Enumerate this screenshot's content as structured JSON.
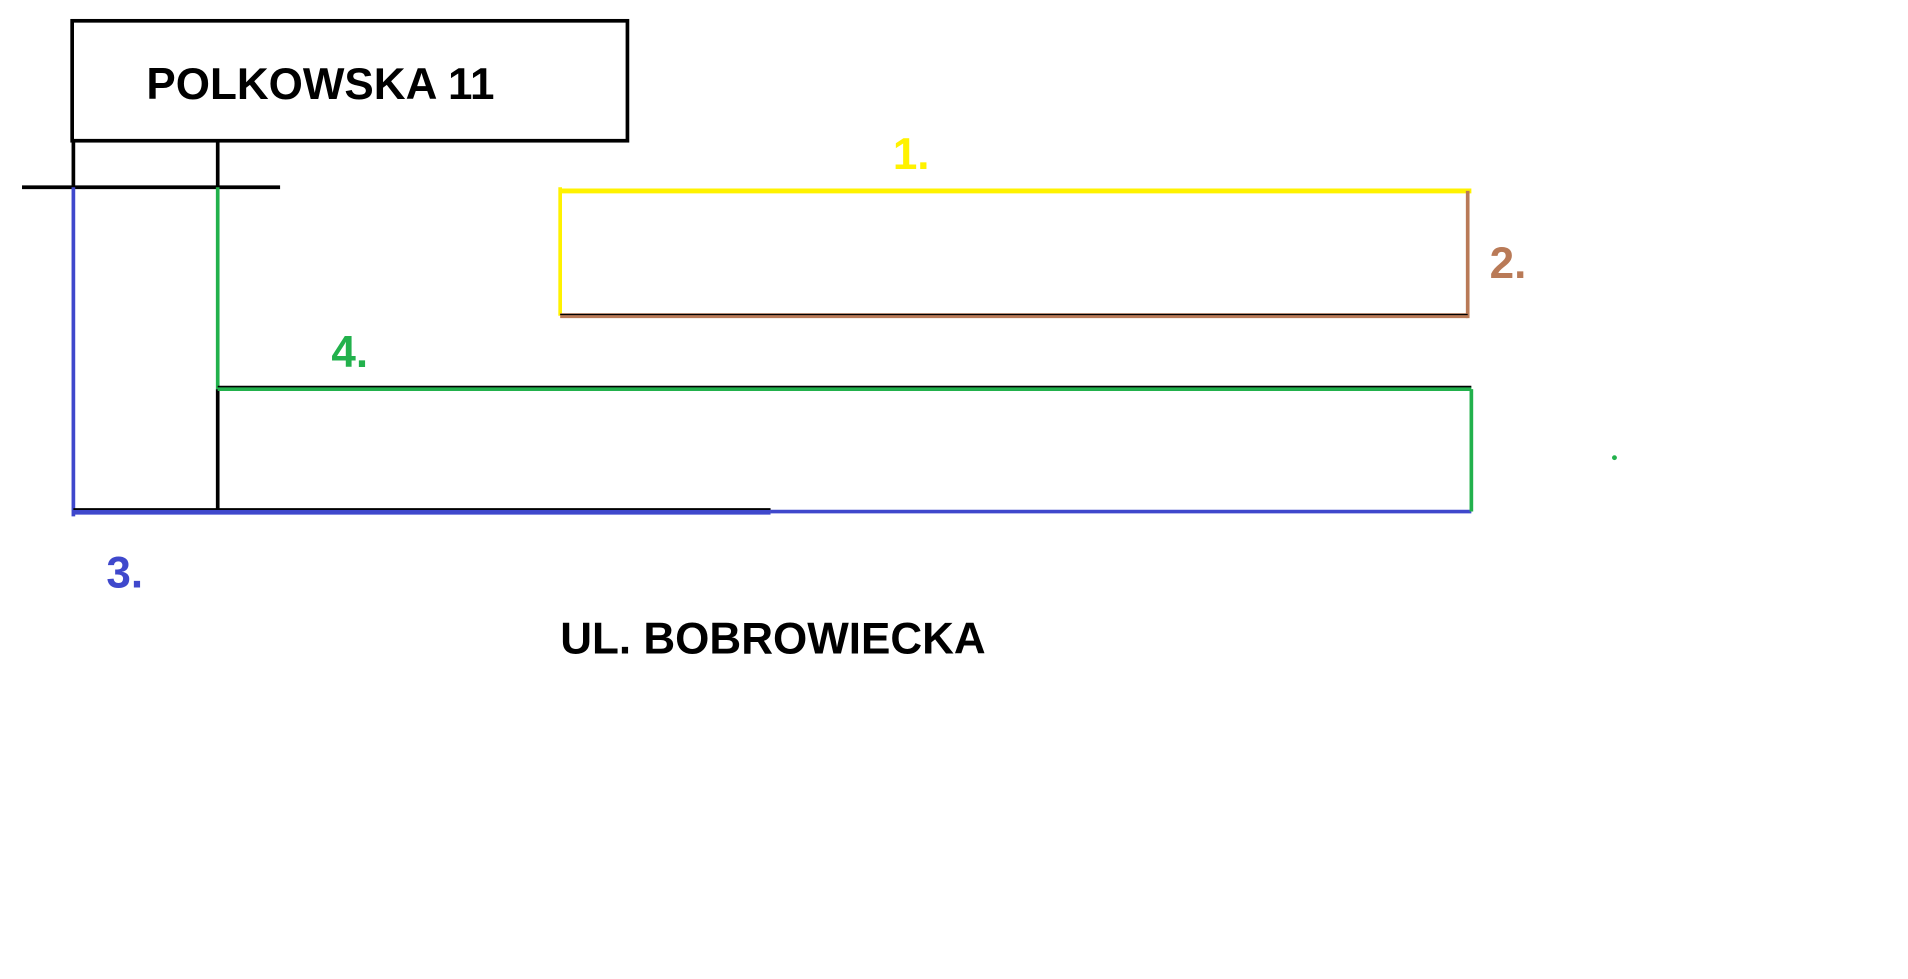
{
  "building_label": "POLKOWSKA 11",
  "street_label": "UL. BOBROWIECKA",
  "segments": [
    {
      "number": "1.",
      "color": "#FFF200"
    },
    {
      "number": "2.",
      "color": "#B97A57"
    },
    {
      "number": "3.",
      "color": "#3F48CC"
    },
    {
      "number": "4.",
      "color": "#22B14C"
    }
  ]
}
